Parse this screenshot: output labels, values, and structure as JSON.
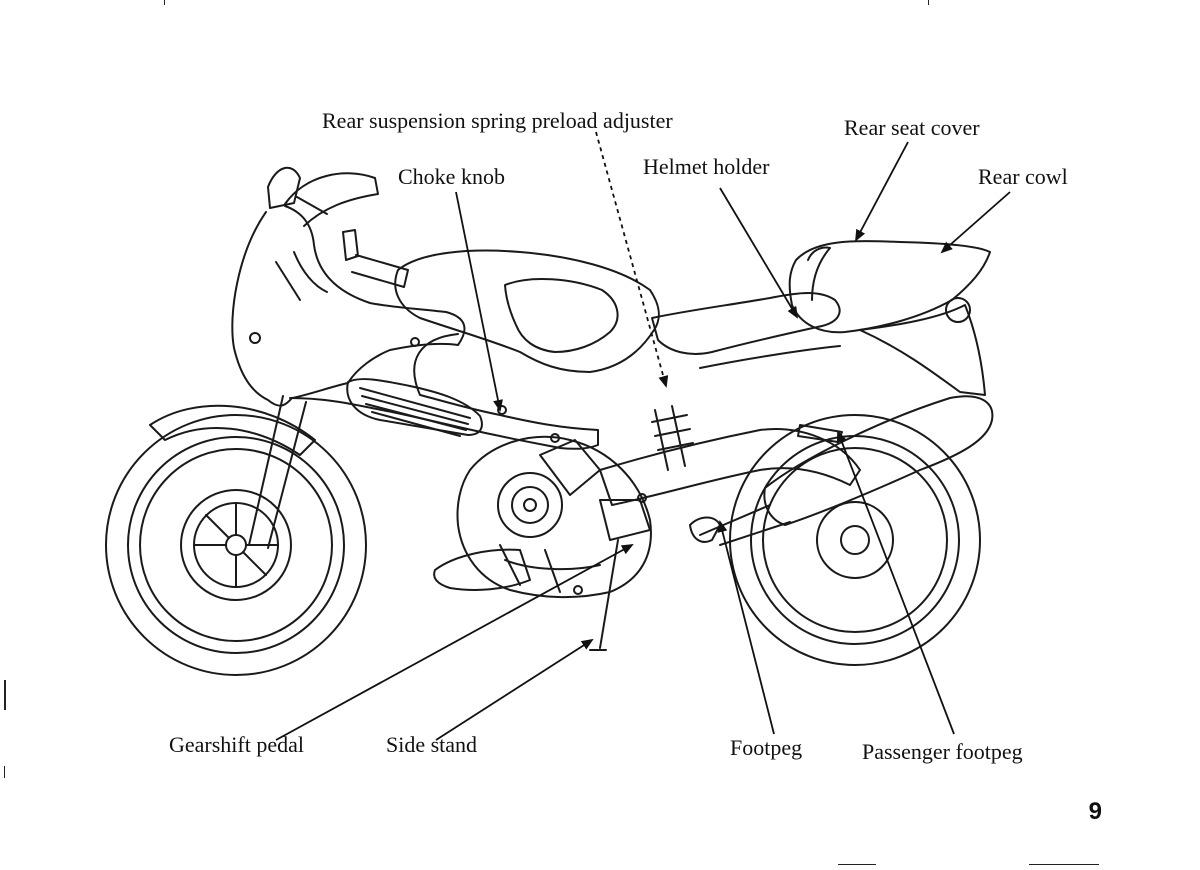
{
  "labels": {
    "rear_suspension": "Rear suspension spring preload adjuster",
    "rear_seat_cover": "Rear seat cover",
    "choke_knob": "Choke knob",
    "helmet_holder": "Helmet holder",
    "rear_cowl": "Rear cowl",
    "gearshift_pedal": "Gearshift pedal",
    "side_stand": "Side stand",
    "footpeg": "Footpeg",
    "passenger_footpeg": "Passenger footpeg"
  },
  "page_number": "9"
}
